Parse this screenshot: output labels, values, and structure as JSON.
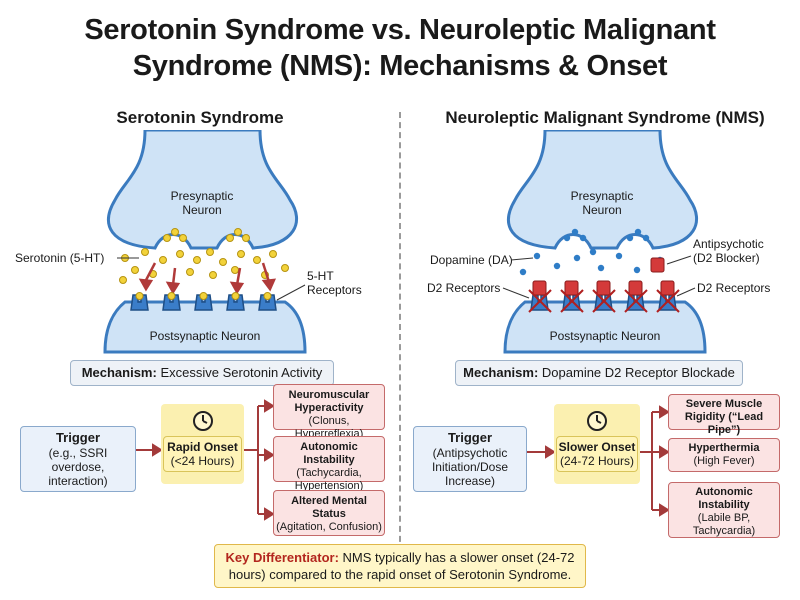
{
  "title": {
    "line1": "Serotonin Syndrome vs. Neuroleptic Malignant",
    "line2": "Syndrome (NMS): Mechanisms & Onset"
  },
  "left": {
    "heading": "Serotonin Syndrome",
    "presynaptic": [
      "Presynaptic",
      "Neuron"
    ],
    "postsynaptic": "Postsynaptic Neuron",
    "neurotransmitter_label": "Serotonin (5-HT)",
    "receptor_label": [
      "5-HT",
      "Receptors"
    ],
    "mechanism_key": "Mechanism:",
    "mechanism_text": "Excessive Serotonin Activity",
    "trigger": {
      "heading": "Trigger",
      "lines": [
        "(e.g., SSRI",
        "overdose,",
        "interaction)"
      ]
    },
    "onset": {
      "heading": "Rapid Onset",
      "detail": "(<24 Hours)"
    },
    "symptoms": [
      {
        "heading": "Neuromuscular Hyperactivity",
        "detail": "(Clonus, Hyperreflexia)"
      },
      {
        "heading": "Autonomic Instability",
        "detail": "(Tachycardia, Hypertension)"
      },
      {
        "heading": "Altered Mental Status",
        "detail": "(Agitation, Confusion)"
      }
    ]
  },
  "right": {
    "heading": "Neuroleptic Malignant Syndrome (NMS)",
    "presynaptic": [
      "Presynaptic",
      "Neuron"
    ],
    "postsynaptic": "Postsynaptic Neuron",
    "neurotransmitter_label": "Dopamine (DA)",
    "blocker_label": [
      "Antipsychotic",
      "(D2 Blocker)"
    ],
    "receptor_label_left": "D2 Receptors",
    "receptor_label_right": "D2 Receptors",
    "mechanism_key": "Mechanism:",
    "mechanism_text": "Dopamine D2 Receptor Blockade",
    "trigger": {
      "heading": "Trigger",
      "lines": [
        "(Antipsychotic",
        "Initiation/Dose",
        "Increase)"
      ]
    },
    "onset": {
      "heading": "Slower Onset",
      "detail": "(24-72 Hours)"
    },
    "symptoms": [
      {
        "heading": "Severe Muscle Rigidity (“Lead Pipe”)",
        "detail": ""
      },
      {
        "heading": "Hyperthermia",
        "detail": "(High Fever)"
      },
      {
        "heading": "Autonomic Instability",
        "detail": "(Labile BP, Tachycardia)"
      }
    ]
  },
  "key_differentiator": {
    "label": "Key Differentiator:",
    "text": "NMS typically has a slower onset (24-72 hours) compared to the rapid onset of Serotonin Syndrome."
  },
  "colors": {
    "neuron_fill": "#cfe3f6",
    "neuron_stroke": "#3b7bbf",
    "serotonin": "#f2d23a",
    "dopamine": "#2f7dc7",
    "receptor": "#3a7dc9",
    "blocker": "#d43a3a",
    "arrow": "#a33a3a",
    "trigger_fill": "#eaf1fa",
    "onset_fill": "#fff4b8",
    "symptom_fill": "#fbe3e3",
    "key_text": "#b3261e"
  }
}
